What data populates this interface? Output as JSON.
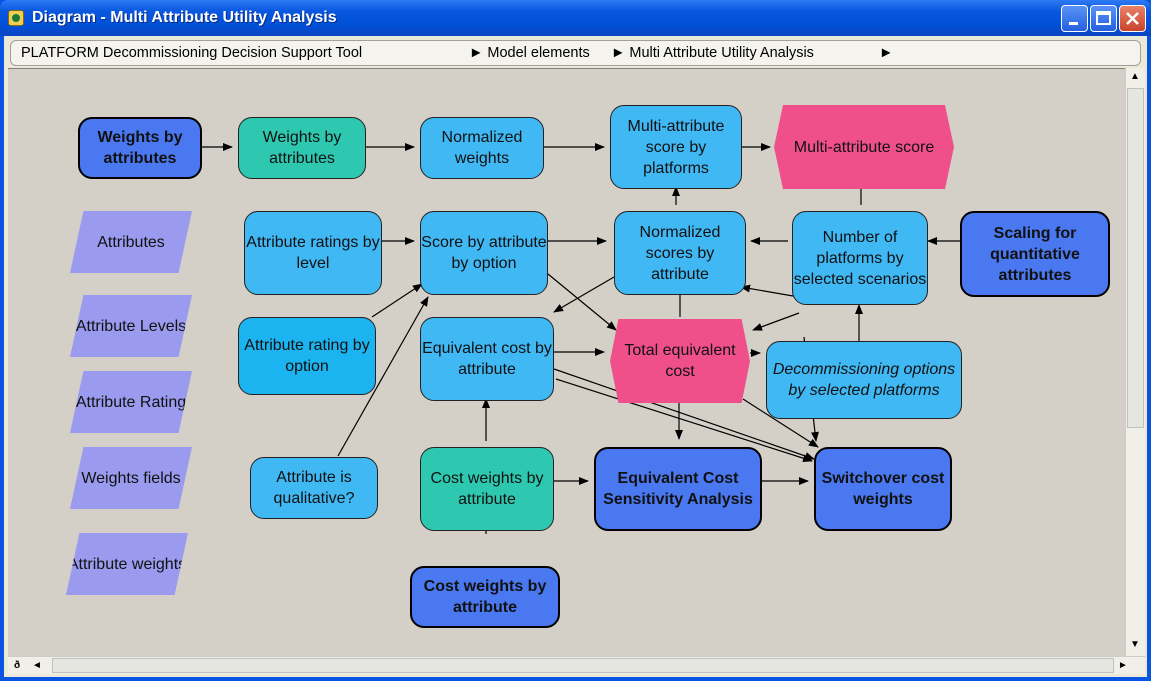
{
  "window": {
    "title": "Diagram - Multi Attribute Utility Analysis"
  },
  "breadcrumb": {
    "items": [
      "PLATFORM Decommissioning Decision Support Tool",
      "► Model elements",
      "► Multi Attribute Utility Analysis",
      "►"
    ]
  },
  "nodes": {
    "weights_by_attributes_input": "Weights by attributes",
    "weights_by_attributes": "Weights by attributes",
    "normalized_weights": "Normalized weights",
    "multi_attribute_score_by_platforms": "Multi-attribute score by platforms",
    "multi_attribute_score": "Multi-attribute score",
    "attributes": "Attributes",
    "attribute_ratings_by_level": "Attribute ratings by level",
    "score_by_attribute_by_option": "Score by attribute by option",
    "normalized_scores_by_attribute": "Normalized scores by attribute",
    "number_of_platforms": "Number of platforms by selected scenarios",
    "scaling_for_quantitative": "Scaling for quantitative attributes",
    "attribute_levels": "Attribute Levels",
    "attribute_rating_by_option": "Attribute rating by option",
    "equivalent_cost_by_attribute": "Equivalent cost by attribute",
    "total_equivalent_cost": "Total equivalent cost",
    "decommissioning_options": "Decommissioning options by selected platforms",
    "attribute_rating": "Attribute Rating",
    "weights_fields": "Weights fields",
    "attribute_is_qualitative": "Attribute is qualitative?",
    "cost_weights_by_attribute": "Cost weights by attribute",
    "equivalent_cost_sensitivity": "Equivalent Cost Sensitivity Analysis",
    "switchover_cost_weights": "Switchover cost weights",
    "attribute_weights": "Attribute weights",
    "cost_weights_input": "Cost weights by attribute"
  },
  "colors": {
    "aqua": "#40b8f4",
    "teal": "#2ec8b0",
    "blue": "#4a78f0",
    "pink": "#f0508a",
    "lavender": "#9a9aef",
    "canvas": "#d4d0c8"
  },
  "scrollbar": {
    "up": "▲",
    "down": "▼",
    "left": "◄",
    "right": "►"
  }
}
